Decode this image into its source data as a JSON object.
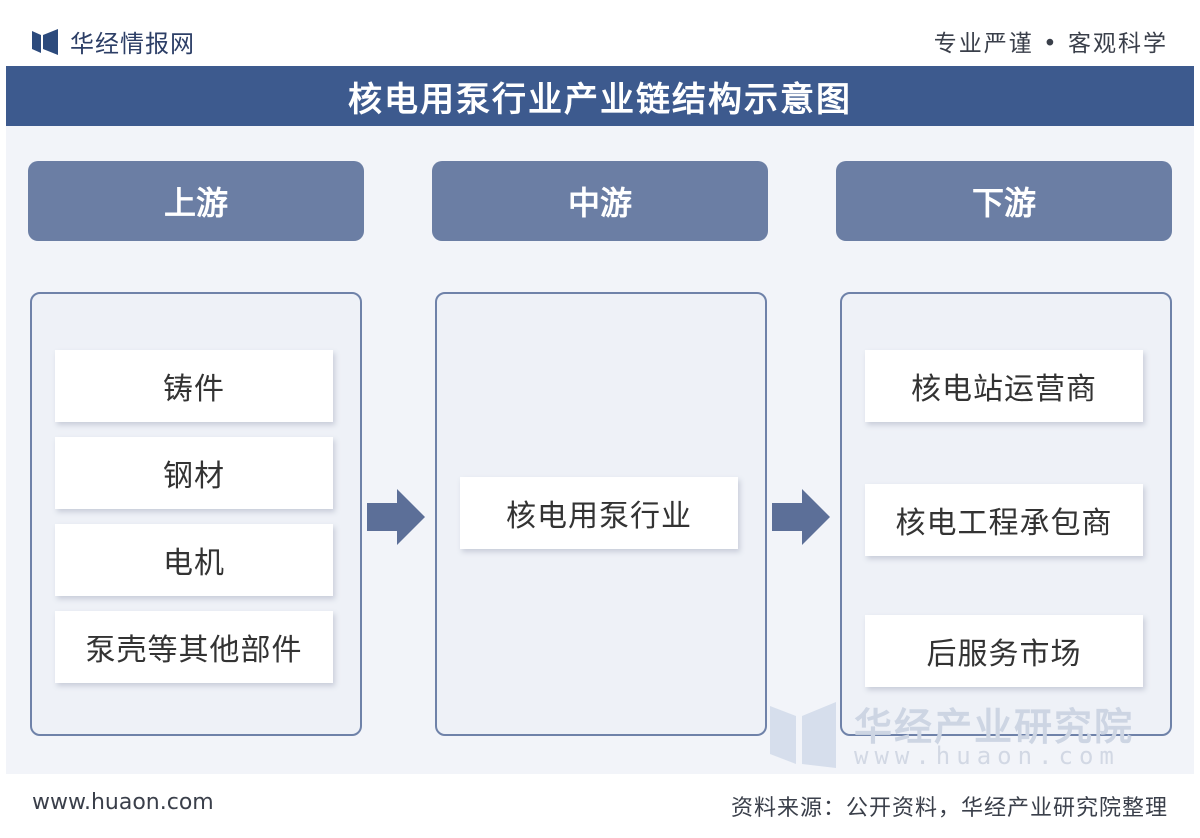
{
  "header": {
    "logo_text": "华经情报网",
    "slogan": "专业严谨 • 客观科学"
  },
  "title": "核电用泵行业产业链结构示意图",
  "columns": [
    {
      "header": "上游",
      "items": [
        "铸件",
        "钢材",
        "电机",
        "泵壳等其他部件"
      ]
    },
    {
      "header": "中游",
      "items": [
        "核电用泵行业"
      ]
    },
    {
      "header": "下游",
      "items": [
        "核电站运营商",
        "核电工程承包商",
        "后服务市场"
      ]
    }
  ],
  "watermark": {
    "name": "华经产业研究院",
    "url": "www.huaon.com"
  },
  "footer": {
    "url": "www.huaon.com",
    "source": "资料来源：公开资料，华经产业研究院整理"
  },
  "colors": {
    "title_band": "#3d5a8e",
    "column_header": "#6b7ea4",
    "column_border": "#6f82a9",
    "arrow": "#5c6f98"
  },
  "icons": [
    "huajing-logo-icon",
    "right-arrow-icon"
  ]
}
